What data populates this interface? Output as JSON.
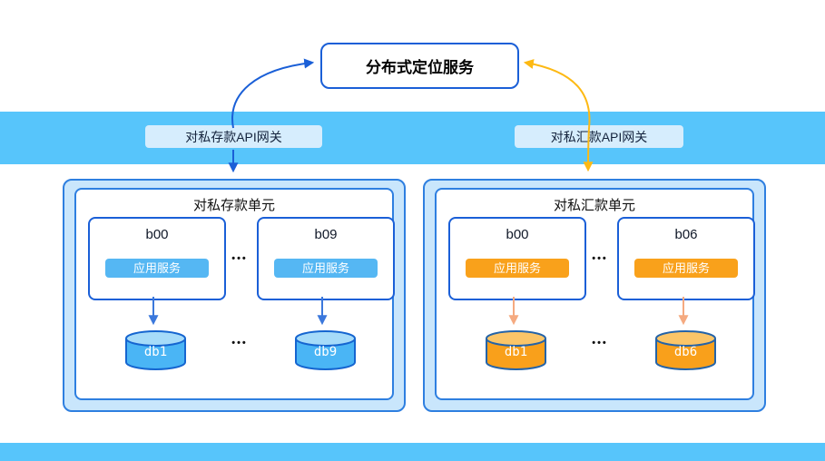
{
  "service": {
    "label": "分布式定位服务"
  },
  "gateways": [
    {
      "label": "对私存款API网关"
    },
    {
      "label": "对私汇款API网关"
    }
  ],
  "units": [
    {
      "title": "对私存款单元",
      "theme": "blue",
      "nodes": [
        {
          "name": "b00",
          "chip": "应用服务"
        },
        {
          "name": "b09",
          "chip": "应用服务"
        }
      ],
      "node_ellipsis": "•••",
      "dbs": [
        "db1",
        "db9"
      ],
      "db_ellipsis": "•••"
    },
    {
      "title": "对私汇款单元",
      "theme": "orange",
      "nodes": [
        {
          "name": "b00",
          "chip": "应用服务"
        },
        {
          "name": "b06",
          "chip": "应用服务"
        }
      ],
      "node_ellipsis": "•••",
      "dbs": [
        "db1",
        "db6"
      ],
      "db_ellipsis": "•••"
    }
  ],
  "colors": {
    "band_blue": "#57C5FB",
    "gateway_chip_fill": "#D6EDFD",
    "service_border_blue": "#1A5FD7",
    "container_fill": "#C9E6FC",
    "container_border": "#2E7FE0",
    "app_chip_blue": "#55B7F3",
    "app_chip_orange": "#F9A11B",
    "cylinder_blue_body": "#4AB5F5",
    "cylinder_blue_top": "#A6DBF9",
    "cylinder_orange_body": "#F9A01B",
    "cylinder_orange_top": "#FBC568",
    "curve_arrow_blue": "#1A5FD7",
    "curve_arrow_orange": "#FDB913",
    "db_arrow_blue": "#3B78DC",
    "db_arrow_salmon": "#F5AA80"
  }
}
